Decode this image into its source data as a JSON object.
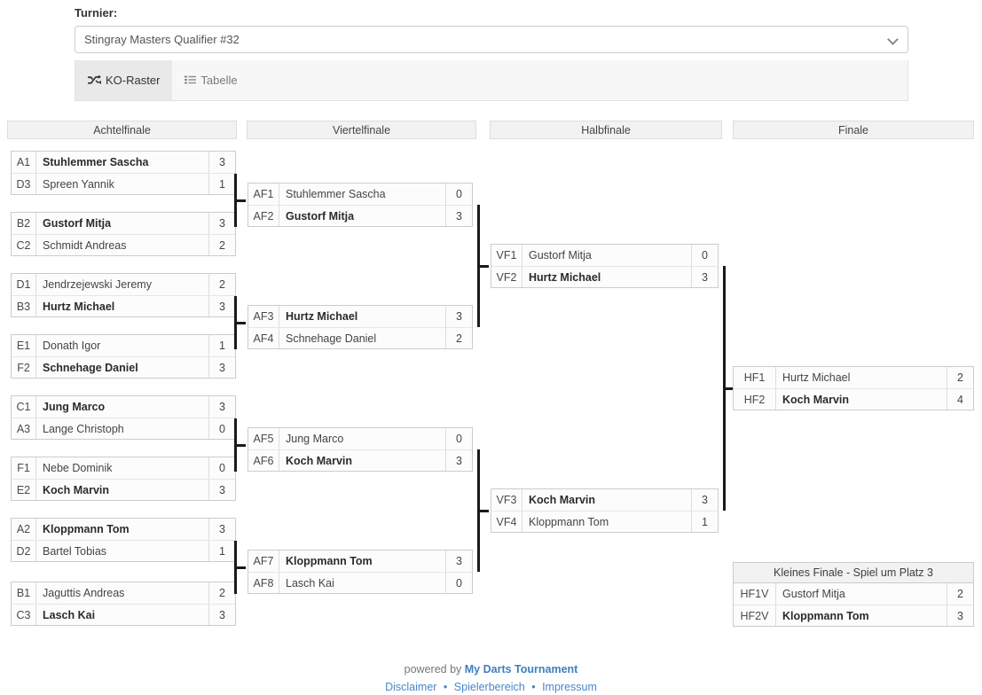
{
  "form": {
    "label": "Turnier:",
    "selected_tournament": "Stingray Masters Qualifier #32",
    "chevron_icon": "chevron-down-icon"
  },
  "tabs": [
    {
      "label": "KO-Raster",
      "icon": "shuffle-icon",
      "active": true
    },
    {
      "label": "Tabelle",
      "icon": "list-icon",
      "active": false
    }
  ],
  "rounds": {
    "r16": "Achtelfinale",
    "qf": "Viertelfinale",
    "sf": "Halbfinale",
    "final": "Finale",
    "third_place_title": "Kleines Finale - Spiel um Platz 3"
  },
  "matches": {
    "r16": [
      {
        "p1": {
          "seed": "A1",
          "name": "Stuhlemmer Sascha",
          "score": "3",
          "winner": true
        },
        "p2": {
          "seed": "D3",
          "name": "Spreen Yannik",
          "score": "1",
          "winner": false
        }
      },
      {
        "p1": {
          "seed": "B2",
          "name": "Gustorf Mitja",
          "score": "3",
          "winner": true
        },
        "p2": {
          "seed": "C2",
          "name": "Schmidt Andreas",
          "score": "2",
          "winner": false
        }
      },
      {
        "p1": {
          "seed": "D1",
          "name": "Jendrzejewski Jeremy",
          "score": "2",
          "winner": false
        },
        "p2": {
          "seed": "B3",
          "name": "Hurtz Michael",
          "score": "3",
          "winner": true
        }
      },
      {
        "p1": {
          "seed": "E1",
          "name": "Donath Igor",
          "score": "1",
          "winner": false
        },
        "p2": {
          "seed": "F2",
          "name": "Schnehage Daniel",
          "score": "3",
          "winner": true
        }
      },
      {
        "p1": {
          "seed": "C1",
          "name": "Jung Marco",
          "score": "3",
          "winner": true
        },
        "p2": {
          "seed": "A3",
          "name": "Lange Christoph",
          "score": "0",
          "winner": false
        }
      },
      {
        "p1": {
          "seed": "F1",
          "name": "Nebe Dominik",
          "score": "0",
          "winner": false
        },
        "p2": {
          "seed": "E2",
          "name": "Koch Marvin",
          "score": "3",
          "winner": true
        }
      },
      {
        "p1": {
          "seed": "A2",
          "name": "Kloppmann Tom",
          "score": "3",
          "winner": true
        },
        "p2": {
          "seed": "D2",
          "name": "Bartel Tobias",
          "score": "1",
          "winner": false
        }
      },
      {
        "p1": {
          "seed": "B1",
          "name": "Jaguttis Andreas",
          "score": "2",
          "winner": false
        },
        "p2": {
          "seed": "C3",
          "name": "Lasch Kai",
          "score": "3",
          "winner": true
        }
      }
    ],
    "qf": [
      {
        "p1": {
          "seed": "AF1",
          "name": "Stuhlemmer Sascha",
          "score": "0",
          "winner": false
        },
        "p2": {
          "seed": "AF2",
          "name": "Gustorf Mitja",
          "score": "3",
          "winner": true
        }
      },
      {
        "p1": {
          "seed": "AF3",
          "name": "Hurtz Michael",
          "score": "3",
          "winner": true
        },
        "p2": {
          "seed": "AF4",
          "name": "Schnehage Daniel",
          "score": "2",
          "winner": false
        }
      },
      {
        "p1": {
          "seed": "AF5",
          "name": "Jung Marco",
          "score": "0",
          "winner": false
        },
        "p2": {
          "seed": "AF6",
          "name": "Koch Marvin",
          "score": "3",
          "winner": true
        }
      },
      {
        "p1": {
          "seed": "AF7",
          "name": "Kloppmann Tom",
          "score": "3",
          "winner": true
        },
        "p2": {
          "seed": "AF8",
          "name": "Lasch Kai",
          "score": "0",
          "winner": false
        }
      }
    ],
    "sf": [
      {
        "p1": {
          "seed": "VF1",
          "name": "Gustorf Mitja",
          "score": "0",
          "winner": false
        },
        "p2": {
          "seed": "VF2",
          "name": "Hurtz Michael",
          "score": "3",
          "winner": true
        }
      },
      {
        "p1": {
          "seed": "VF3",
          "name": "Koch Marvin",
          "score": "3",
          "winner": true
        },
        "p2": {
          "seed": "VF4",
          "name": "Kloppmann Tom",
          "score": "1",
          "winner": false
        }
      }
    ],
    "final": [
      {
        "p1": {
          "seed": "HF1",
          "name": "Hurtz Michael",
          "score": "2",
          "winner": false
        },
        "p2": {
          "seed": "HF2",
          "name": "Koch Marvin",
          "score": "4",
          "winner": true
        }
      }
    ],
    "third_place": [
      {
        "p1": {
          "seed": "HF1V",
          "name": "Gustorf Mitja",
          "score": "2",
          "winner": false
        },
        "p2": {
          "seed": "HF2V",
          "name": "Kloppmann Tom",
          "score": "3",
          "winner": true
        }
      }
    ]
  },
  "footer": {
    "powered_by": "powered by",
    "brand": "My Darts Tournament",
    "links": [
      "Disclaimer",
      "Spielerbereich",
      "Impressum"
    ],
    "separator": "•"
  },
  "colors": {
    "accent": "#4a86c8",
    "header_bg": "#f2f2f2",
    "border": "#cccccc",
    "connector": "#1a1a1a"
  }
}
